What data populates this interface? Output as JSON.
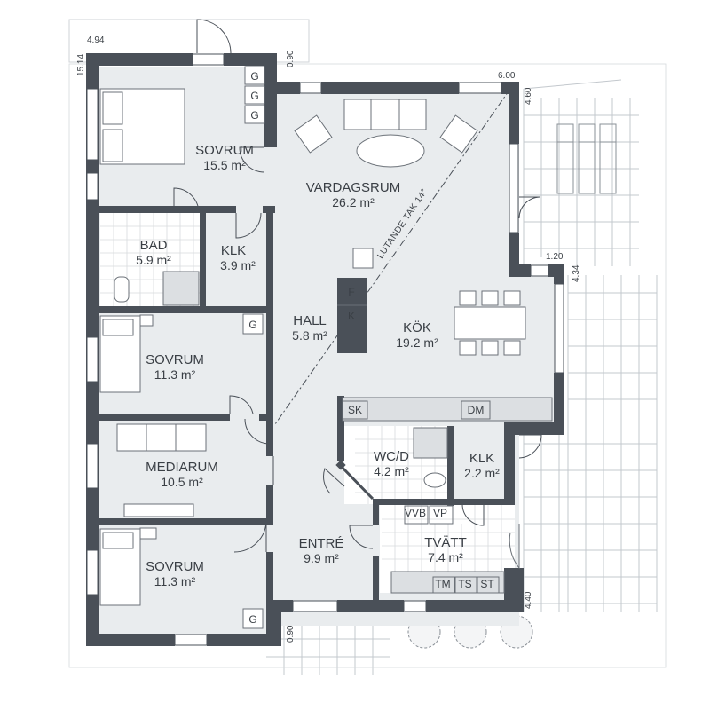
{
  "colors": {
    "floor": "#e9ecee",
    "wall": "#4a5058",
    "wetroom": "#ffffff",
    "tile_line": "#c9cdd1",
    "furniture_stroke": "#6b7178",
    "terrace_line": "#b9bec3"
  },
  "rooms": [
    {
      "name": "SOVRUM",
      "area": "15.5 m²"
    },
    {
      "name": "VARDAGSRUM",
      "area": "26.2 m²"
    },
    {
      "name": "BAD",
      "area": "5.9 m²"
    },
    {
      "name": "KLK",
      "area": "3.9 m²"
    },
    {
      "name": "HALL",
      "area": "5.8 m²"
    },
    {
      "name": "KÖK",
      "area": "19.2 m²"
    },
    {
      "name": "SOVRUM",
      "area": "11.3 m²"
    },
    {
      "name": "MEDIARUM",
      "area": "10.5 m²"
    },
    {
      "name": "WC/D",
      "area": "4.2 m²"
    },
    {
      "name": "KLK",
      "area": "2.2 m²"
    },
    {
      "name": "ENTRÉ",
      "area": "9.9 m²"
    },
    {
      "name": "TVÄTT",
      "area": "7.4 m²"
    },
    {
      "name": "SOVRUM",
      "area": "11.3 m²"
    }
  ],
  "labels": {
    "wardrobe": "G",
    "fridge": "F",
    "freezer": "K",
    "sink": "SK",
    "dishwasher": "DM",
    "water_heater": "VVB",
    "heat_pump": "VP",
    "washer": "TM",
    "dryer": "TS",
    "drying_cabinet": "ST"
  },
  "roof_note": "LUTANDE TAK 14°",
  "dimensions": [
    "4.94",
    "15.14",
    "0.90",
    "6.00",
    "4.60",
    "1.20",
    "4.34",
    "4.40",
    "0.90"
  ]
}
